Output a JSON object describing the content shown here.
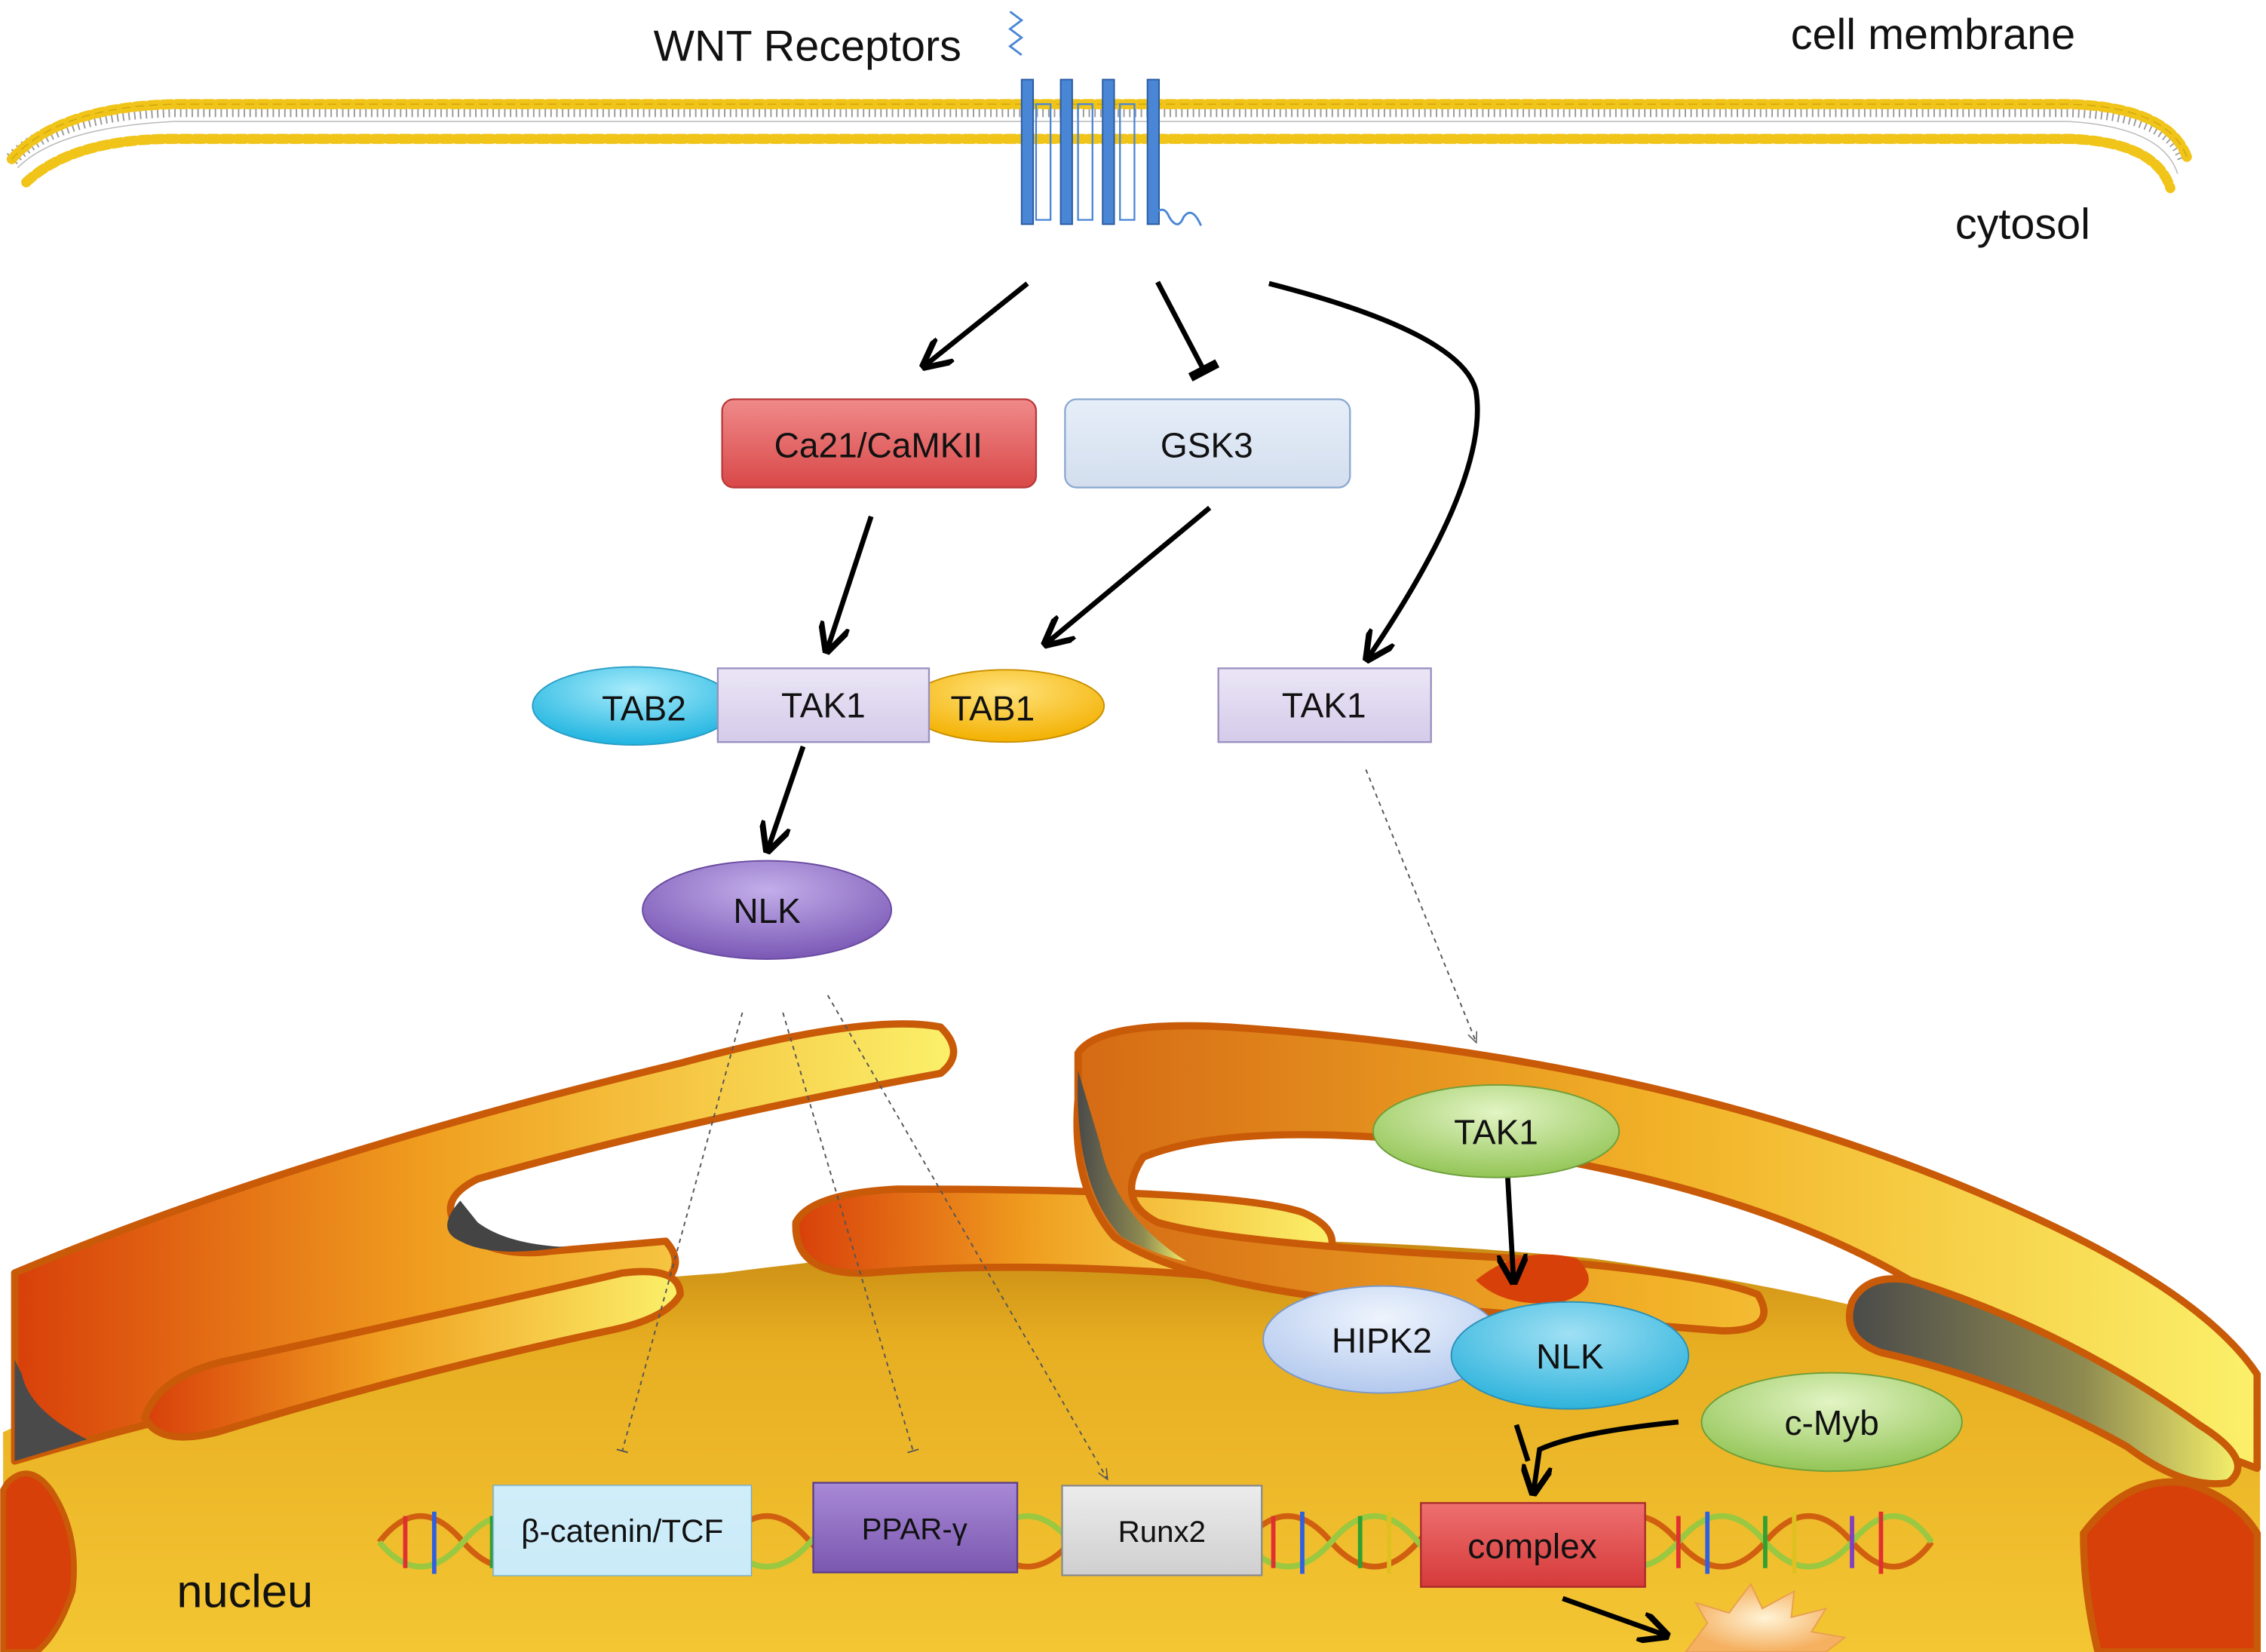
{
  "labels": {
    "receptors": "WNT Receptors",
    "cell_membrane": "cell membrane",
    "cytosol": "cytosol",
    "nucleus": "nucleu"
  },
  "nodes": {
    "ca_camkii": "Ca21/CaMKII",
    "gsk3": "GSK3",
    "tab2": "TAB2",
    "tak1_complex": "TAK1",
    "tab1": "TAB1",
    "tak1_right": "TAK1",
    "nlk_cytosol": "NLK",
    "tak1_nucleus": "TAK1",
    "hipk2": "HIPK2",
    "nlk_nucleus": "NLK",
    "cmyb": "c-Myb",
    "beta_catenin_tcf": "β-catenin/TCF",
    "ppar_gamma": "PPAR-γ",
    "runx2": "Runx2",
    "complex": "complex"
  },
  "colors": {
    "membrane_head": "#f0c419",
    "receptor": "#4a86d6",
    "ca_camkii": "#e05a5a",
    "gsk3": "#dbe5f1",
    "tab2": "#3fc6ea",
    "tak1": "#ddd5ef",
    "tab1": "#ffc000",
    "nlk_cytosol": "#8f6fc2",
    "tak1_nucleus": "#a9d46e",
    "hipk2": "#c7d8f5",
    "nlk_nucleus": "#47c0e3",
    "cmyb": "#a9d46e",
    "beta_catenin_tcf": "#c9eefa",
    "ppar_gamma": "#8e6bbf",
    "runx2": "#d9d9d9",
    "complex": "#e04848",
    "nuclear_envelope": "#f0a020",
    "nucleoplasm": "#f2c232"
  }
}
